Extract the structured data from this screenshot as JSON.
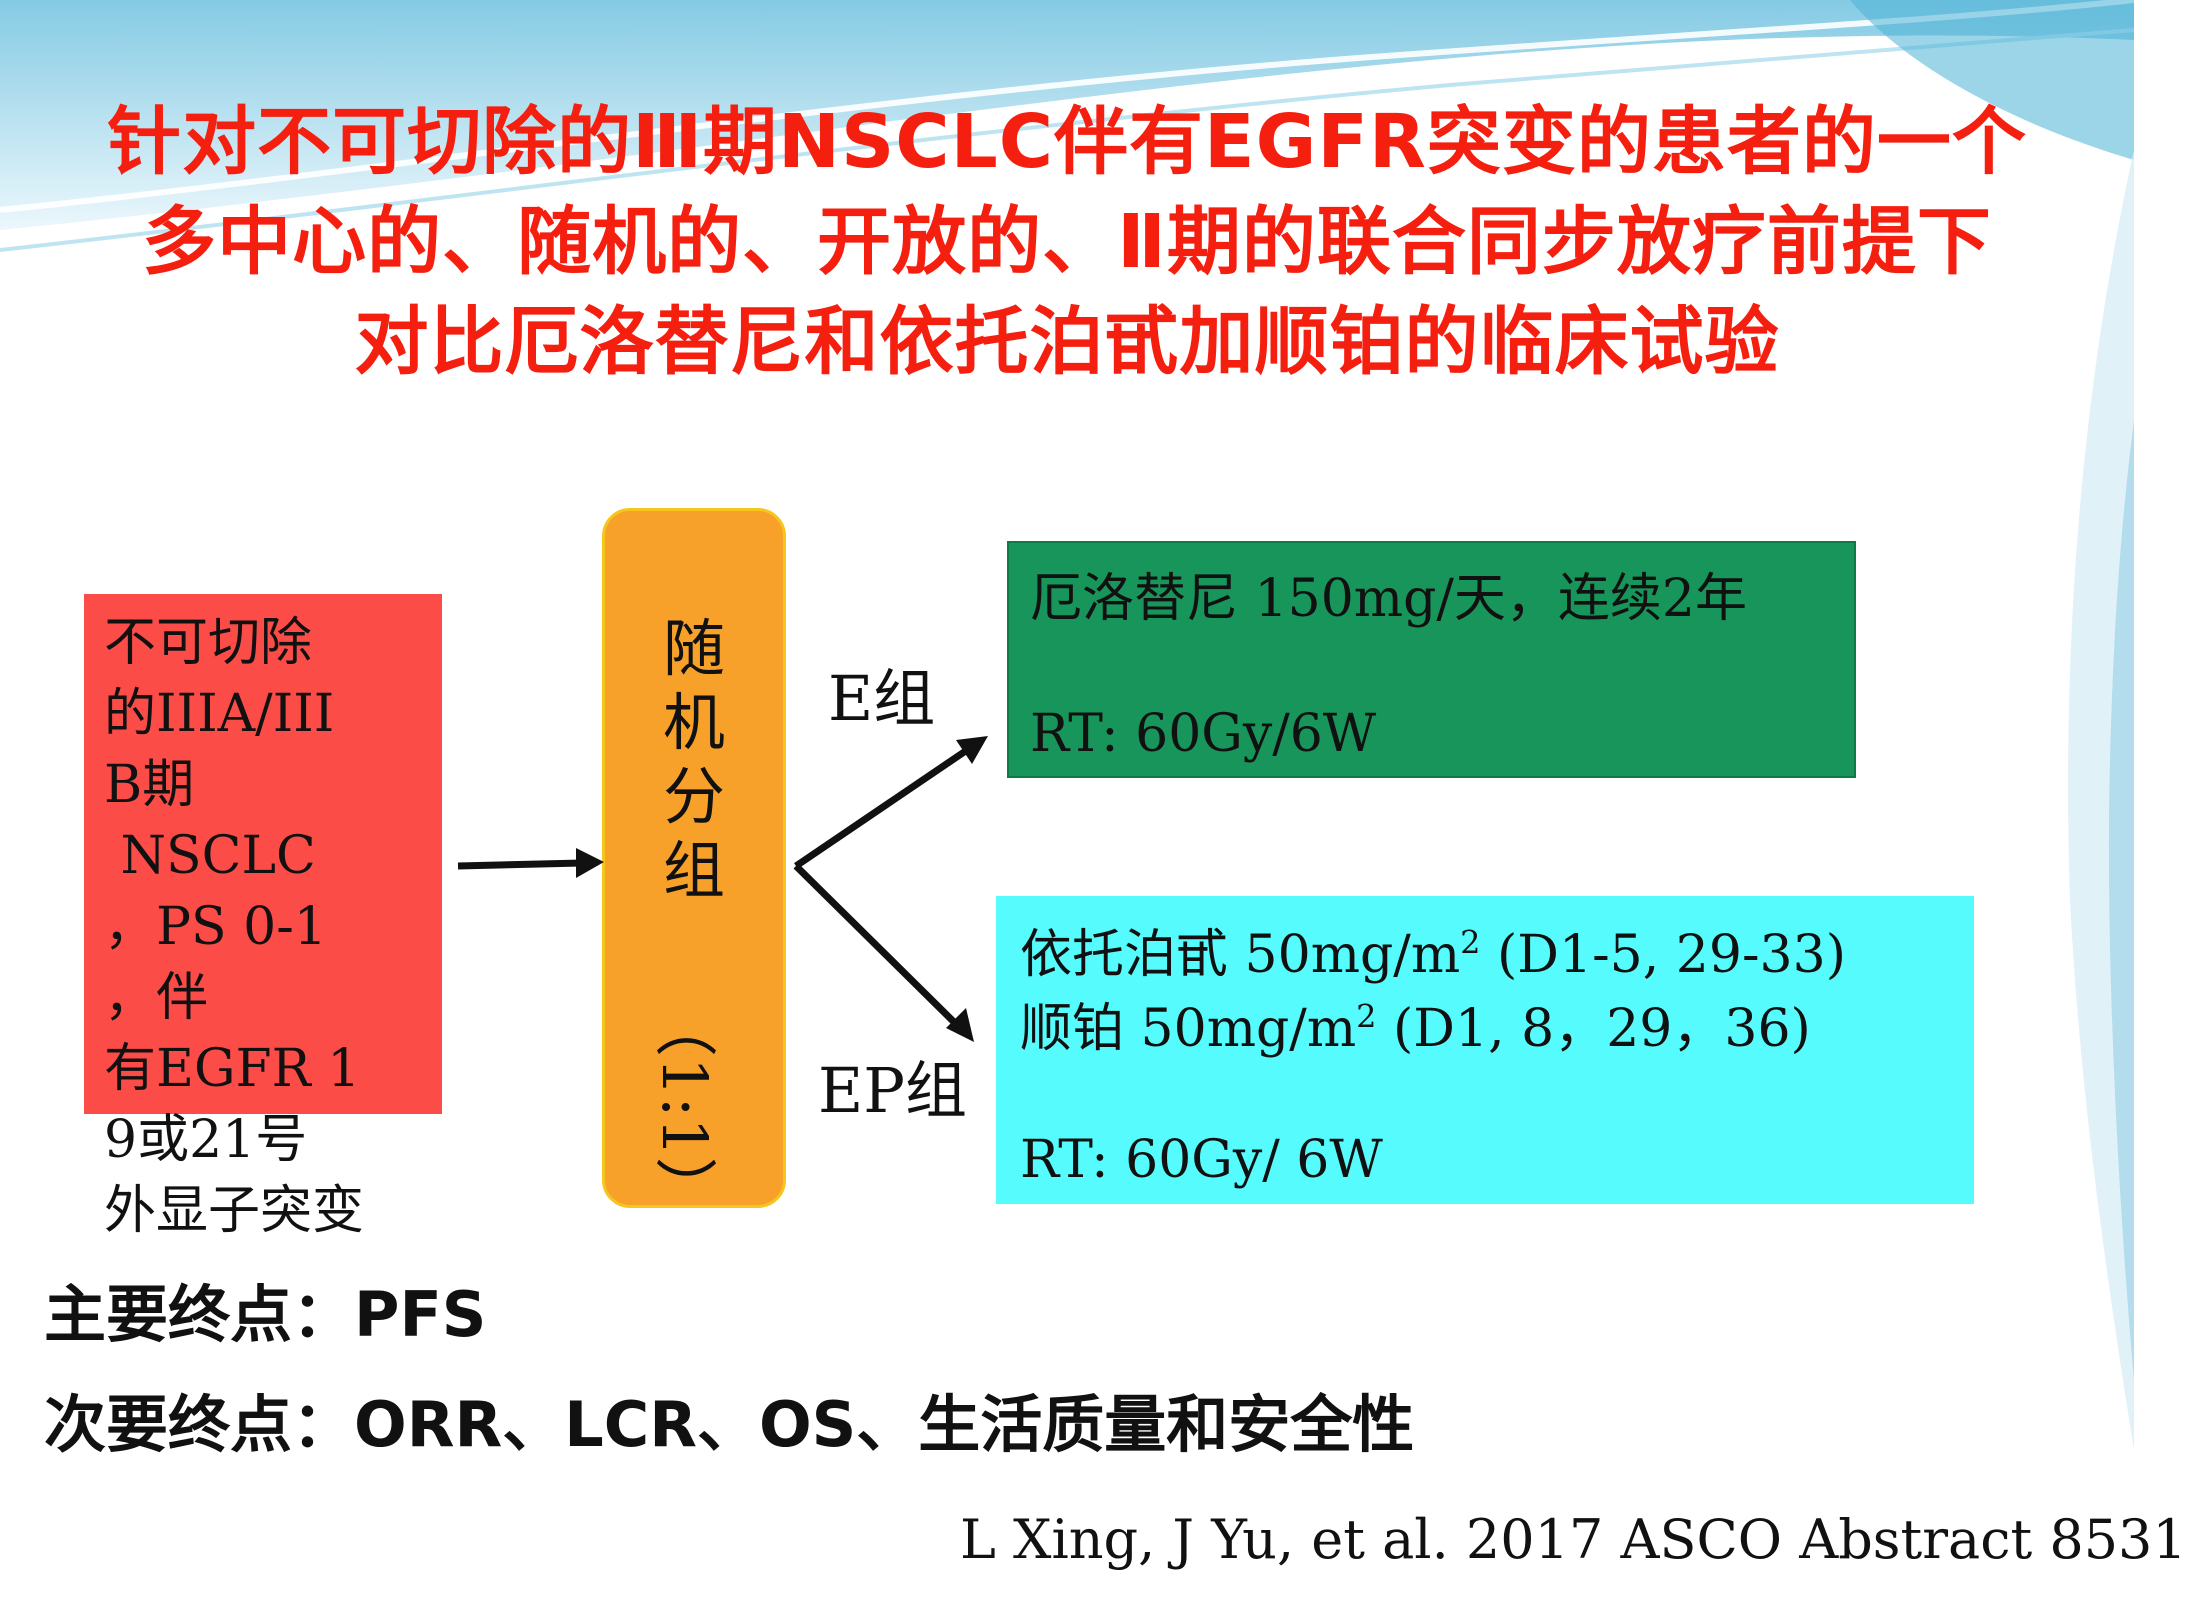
{
  "title": {
    "line1": "针对不可切除的Ⅲ期NSCLC伴有EGFR突变的患者的一个",
    "line2": "多中心的、随机的、开放的、Ⅱ期的联合同步放疗前提下",
    "line3": "对比厄洛替尼和依托泊甙加顺铂的临床试验"
  },
  "diagram": {
    "population": "不可切除\n的IIIA/III\nB期\n NSCLC\n，PS 0-1\n，伴\n有EGFR 1\n9或21号\n外显子突变",
    "randomization": {
      "text": "随机分组",
      "ratio": "（1:1）"
    },
    "arm_e": {
      "label": "E组",
      "drug": "厄洛替尼  150mg/天，连续2年",
      "rt": "RT: 60Gy/6W"
    },
    "arm_ep": {
      "label": "EP组",
      "drug1_name": "依托泊甙  50mg/m",
      "drug1_sup": "2",
      "drug1_rest": " (D1-5, 29-33)",
      "drug2_name": "顺铂  50mg/m",
      "drug2_sup": "2",
      "drug2_rest": " (D1, 8，29，36)",
      "rt": "RT: 60Gy/ 6W"
    }
  },
  "endpoints": {
    "primary": "主要终点：PFS",
    "secondary": "次要终点：ORR、LCR、OS、生活质量和安全性"
  },
  "citation": "L Xing, J Yu, et al. 2017 ASCO Abstract 8531",
  "colors": {
    "title": "#f51f10",
    "population_box": "#fc4c48",
    "randomization_box": "#f8a12a",
    "arm_e_box": "#17955a",
    "arm_ep_box": "#56fcfd"
  }
}
